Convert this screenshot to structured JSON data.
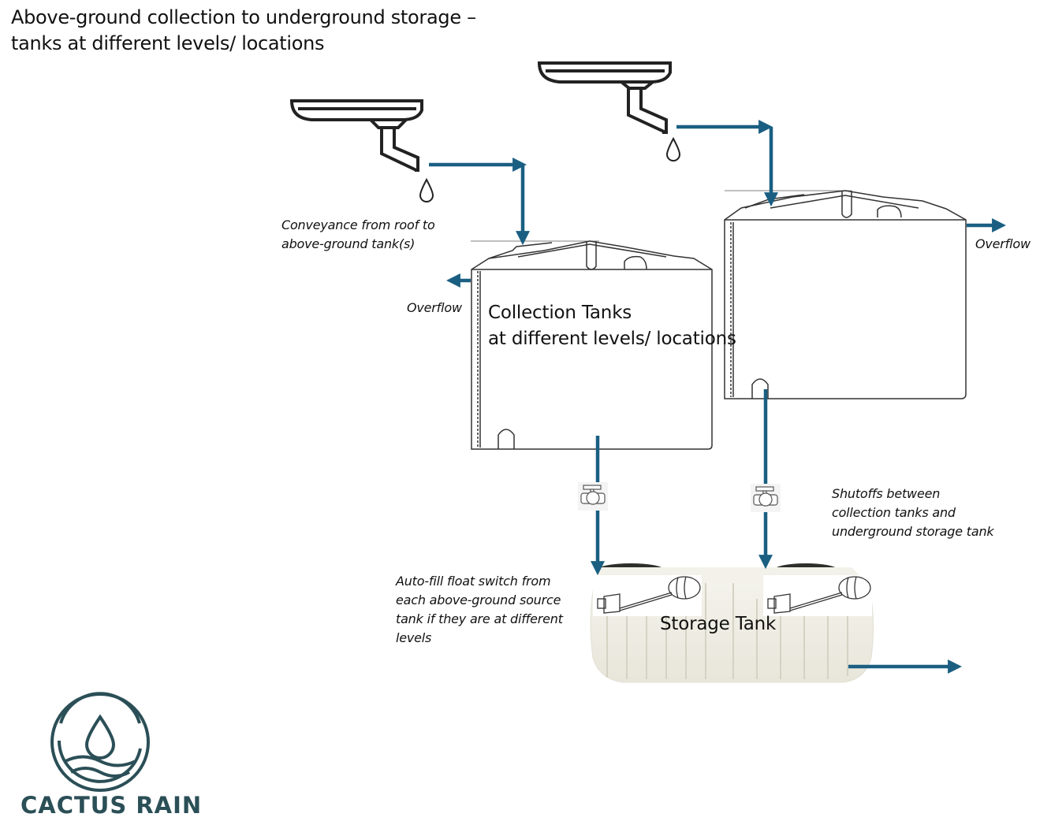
{
  "title": {
    "line1": "Above-ground collection to underground storage –",
    "line2": "tanks at different levels/ locations"
  },
  "labels": {
    "conveyance_line1": "Conveyance from roof to",
    "conveyance_line2": "above-ground tank(s)",
    "overflow_left": "Overflow",
    "overflow_right": "Overflow",
    "collection_line1": "Collection Tanks",
    "collection_line2": "at different levels/ locations",
    "shutoffs_line1": "Shutoffs between",
    "shutoffs_line2": "collection tanks and",
    "shutoffs_line3": "underground storage tank",
    "autofill_line1": "Auto-fill float switch from",
    "autofill_line2": "each above-ground source",
    "autofill_line3": "tank if they are at different",
    "autofill_line4": "levels",
    "storage_tank": "Storage Tank"
  },
  "logo": {
    "text": "CACTUS RAIN",
    "color": "#2b4f57"
  },
  "colors": {
    "arrow": "#1a5f82",
    "outline": "#333333"
  },
  "icons": [
    "gutter-icon",
    "water-drop-icon",
    "ball-valve-icon",
    "float-valve-icon",
    "logo-drop-icon"
  ]
}
